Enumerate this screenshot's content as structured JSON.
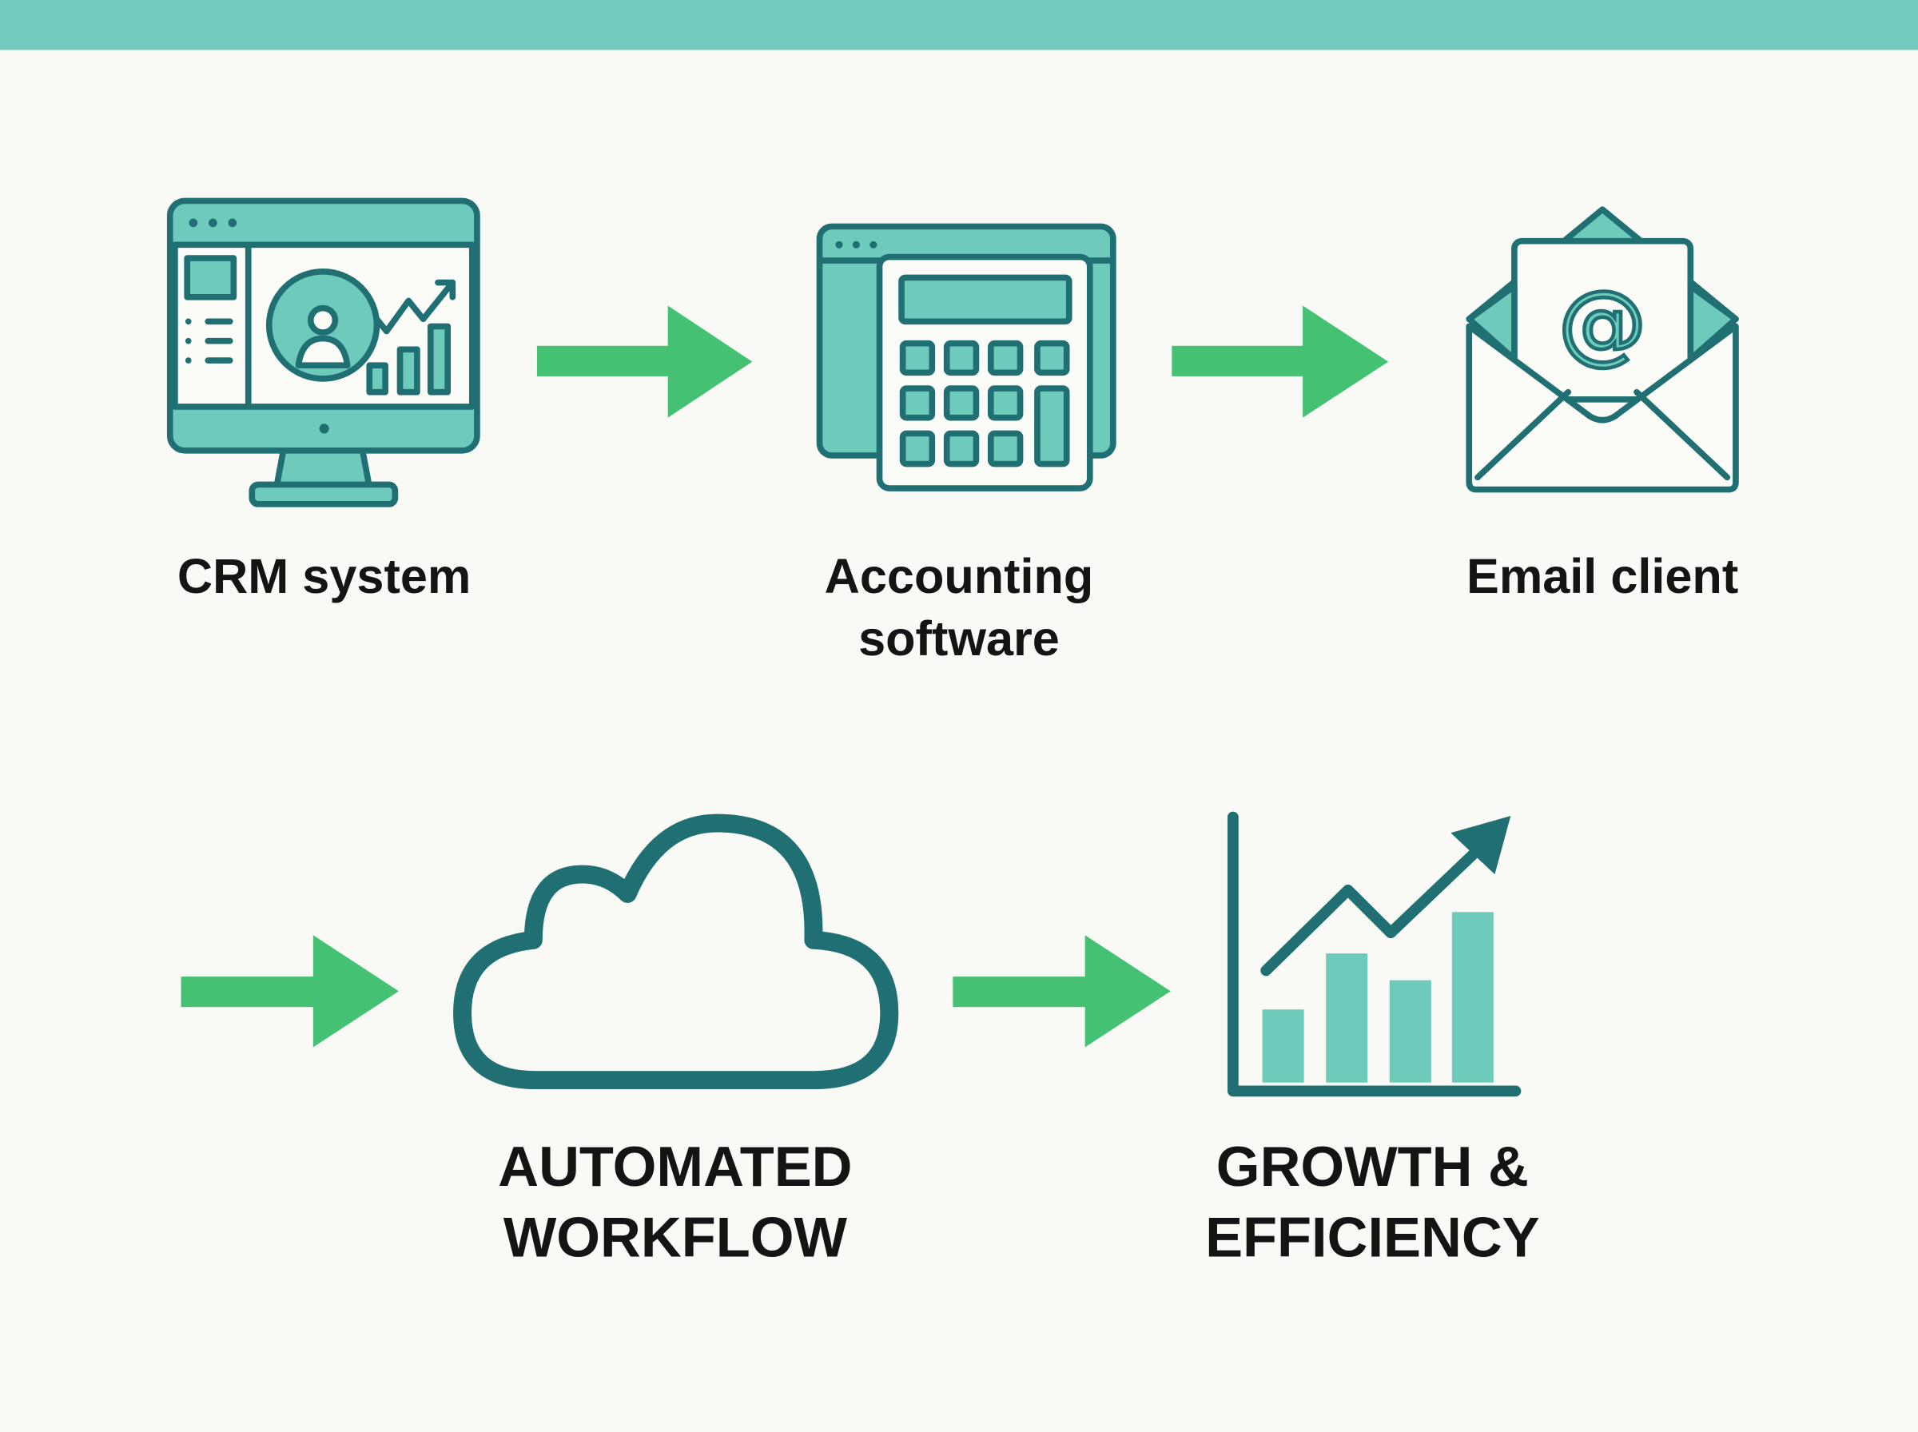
{
  "colors": {
    "band": "#72cbbd",
    "stroke": "#1f6f73",
    "fill": "#6ecbbb",
    "arrow": "#45c173",
    "background": "#f9f9f6"
  },
  "steps": [
    {
      "label_lines": [
        "CRM system"
      ],
      "icon": "monitor-crm-icon"
    },
    {
      "label_lines": [
        "Accounting",
        "software"
      ],
      "icon": "calculator-icon"
    },
    {
      "label_lines": [
        "Email client"
      ],
      "icon": "envelope-at-icon"
    },
    {
      "label_lines": [
        "AUTOMATED",
        "WORKFLOW"
      ],
      "icon": "cloud-icon"
    },
    {
      "label_lines": [
        "GROWTH &",
        "EFFICIENCY"
      ],
      "icon": "growth-chart-icon"
    }
  ]
}
